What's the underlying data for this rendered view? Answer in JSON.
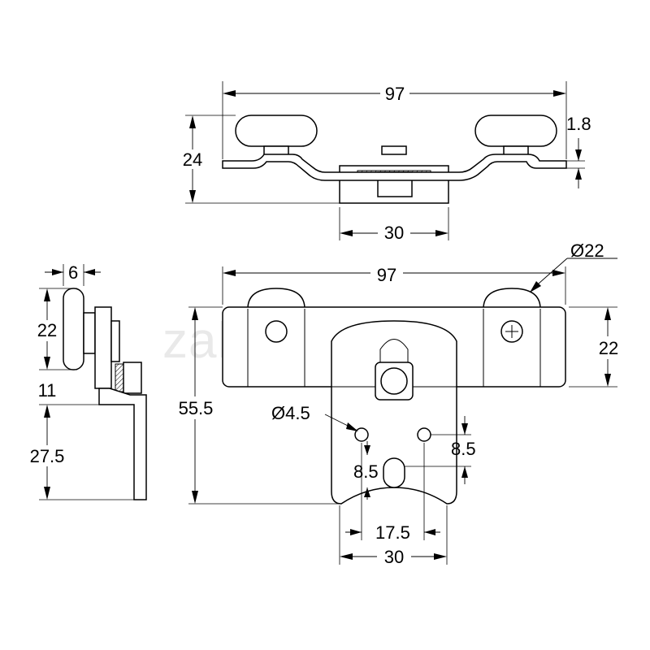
{
  "watermark": "zalonis.eu",
  "dimensions": {
    "top_width": "97",
    "top_height": "24",
    "top_plate_thickness": "1.8",
    "top_bracket_width": "30",
    "front_width": "97",
    "wheel_diameter": "Ø22",
    "front_body_height": "22",
    "front_total_height": "55.5",
    "hole_diameter": "Ø4.5",
    "hole_vertical_right": "8.5",
    "hole_vertical_left": "8.5",
    "hole_spacing": "17.5",
    "front_bracket_width": "30",
    "side_wheel_thickness": "6",
    "side_wheel_height": "22",
    "side_offset": "11",
    "side_leg_height": "27.5"
  }
}
